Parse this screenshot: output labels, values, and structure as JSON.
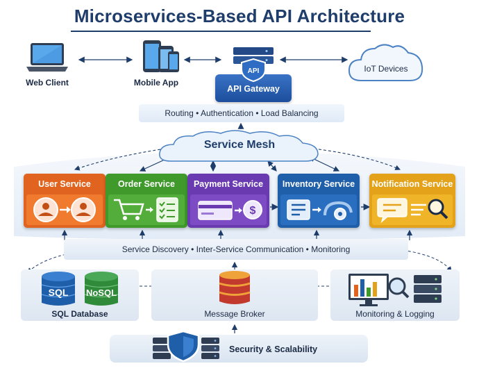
{
  "title": "Microservices-Based API Architecture",
  "clients": {
    "web": "Web Client",
    "mobile": "Mobile App",
    "iot": "IoT Devices"
  },
  "gateway": {
    "icon_text": "API",
    "label": "API Gateway",
    "features": "Routing  •  Authentication  •  Load Balancing"
  },
  "mesh": {
    "label": "Service Mesh"
  },
  "services": [
    {
      "label": "User Service",
      "color": "#e0631f",
      "body_color": "#f07a2e"
    },
    {
      "label": "Order Service",
      "color": "#3f9a2b",
      "body_color": "#53ad3b"
    },
    {
      "label": "Payment Service",
      "color": "#6a3bb0",
      "body_color": "#7d4cc4"
    },
    {
      "label": "Inventory Service",
      "color": "#1f5ea8",
      "body_color": "#2a6fbf"
    },
    {
      "label": "Notification Service",
      "color": "#e3a21a",
      "body_color": "#f0b429"
    }
  ],
  "payment_symbol": "$",
  "infrastructure": {
    "features": "Service Discovery • Inter-Service Communication  •  Monitoring"
  },
  "data_layer": {
    "sql": "SQL",
    "nosql": "NoSQL",
    "database_label": "SQL Database",
    "broker_label": "Message Broker",
    "monitoring_label": "Monitoring & Logging"
  },
  "security": {
    "label": "Security & Scalability"
  },
  "colors": {
    "title": "#1f3d6b",
    "arrow": "#1f3d6b",
    "gateway": "#1c4e9c"
  }
}
